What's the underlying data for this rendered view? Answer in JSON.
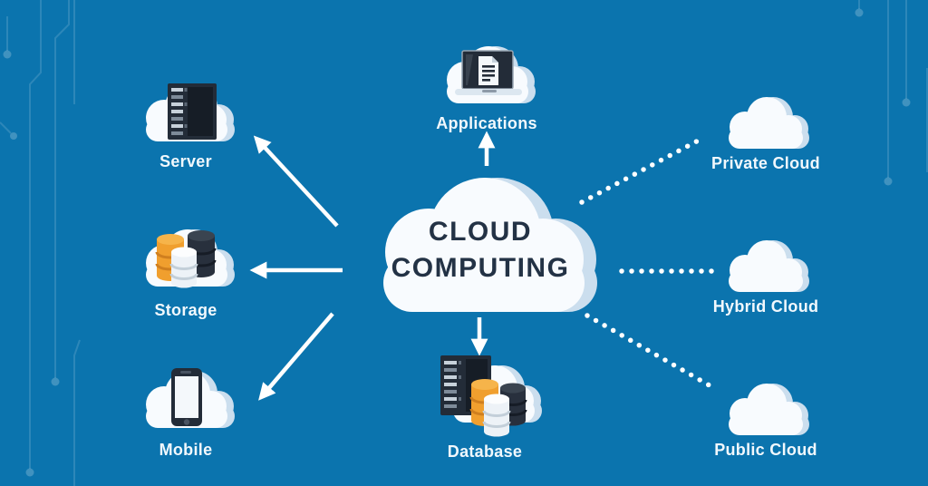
{
  "center": {
    "line1": "CLOUD",
    "line2": "COMPUTING"
  },
  "nodes": {
    "applications": {
      "label": "Applications",
      "icon": "laptop-document-cloud-icon"
    },
    "server": {
      "label": "Server",
      "icon": "server-rack-cloud-icon"
    },
    "storage": {
      "label": "Storage",
      "icon": "storage-cylinders-cloud-icon"
    },
    "mobile": {
      "label": "Mobile",
      "icon": "smartphone-cloud-icon"
    },
    "database": {
      "label": "Database",
      "icon": "database-server-cloud-icon"
    },
    "private_cloud": {
      "label": "Private Cloud",
      "icon": "cloud-icon"
    },
    "hybrid_cloud": {
      "label": "Hybrid Cloud",
      "icon": "cloud-icon"
    },
    "public_cloud": {
      "label": "Public Cloud",
      "icon": "cloud-icon"
    }
  },
  "connectors": {
    "solid_arrows": [
      "center-to-server",
      "center-to-storage",
      "center-to-mobile",
      "center-to-applications",
      "center-to-database"
    ],
    "dotted_lines": [
      "center-to-private-cloud",
      "center-to-hybrid-cloud",
      "center-to-public-cloud"
    ]
  },
  "colors": {
    "background": "#0B74AE",
    "cloud_fill": "#F8FBFE",
    "cloud_shadow": "#CBDEEE",
    "title_text": "#233245",
    "label_text": "#F1F8FD",
    "accent_orange": "#F09F2E",
    "icon_dark_navy": "#232C38",
    "connector_white": "#FFFFFF"
  }
}
